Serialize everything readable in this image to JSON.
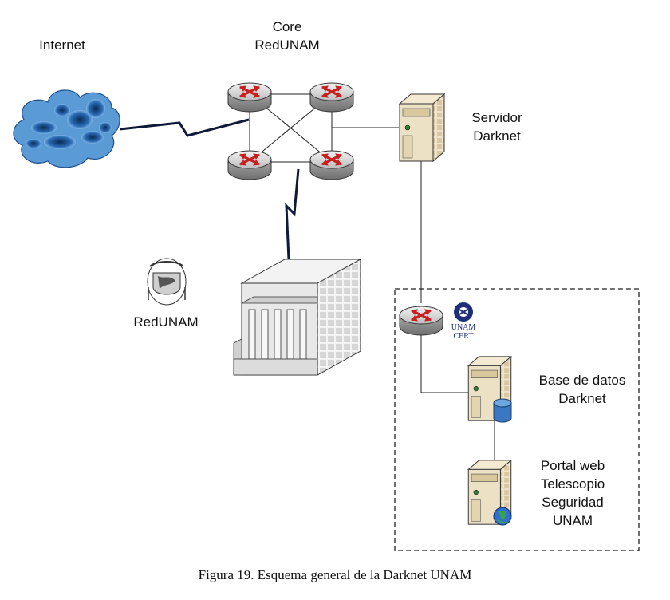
{
  "labels": {
    "internet": "Internet",
    "core_line1": "Core",
    "core_line2": "RedUNAM",
    "servidor_line1": "Servidor",
    "servidor_line2": "Darknet",
    "redunam": "RedUNAM",
    "base_line1": "Base de datos",
    "base_line2": "Darknet",
    "portal_line1": "Portal web",
    "portal_line2": "Telescopio",
    "portal_line3": "Seguridad",
    "portal_line4": "UNAM",
    "unam_cert_line1": "UNAM",
    "unam_cert_line2": "CERT"
  },
  "caption": "Figura 19. Esquema general de la Darknet UNAM",
  "colors": {
    "cloud": "#5b9bd5",
    "router_body": "#c8c8c8",
    "router_arrow": "#d42020",
    "server": "#e8dcc0",
    "db_cylinder": "#3a78c2",
    "unam_blue": "#1e2e78"
  }
}
